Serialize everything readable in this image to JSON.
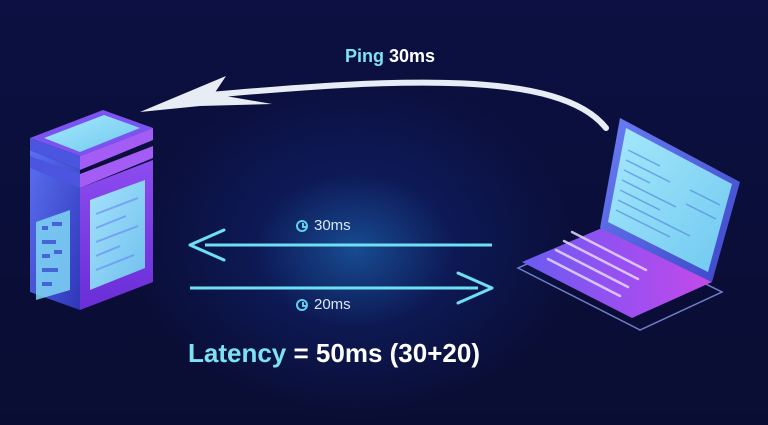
{
  "ping": {
    "key": "Ping",
    "value": "30ms"
  },
  "upstream_time": "30ms",
  "downstream_time": "20ms",
  "latency": {
    "key": "Latency",
    "equals": "=",
    "value": "50ms (30+20)"
  },
  "icons": {
    "server": "server-icon",
    "laptop": "laptop-icon",
    "clock": "clock-icon"
  },
  "colors": {
    "background": "#0b0f3a",
    "accent_cyan": "#7de3f4",
    "server_purple": "#7b3fe4",
    "screen_blue": "#8fdcf7"
  }
}
